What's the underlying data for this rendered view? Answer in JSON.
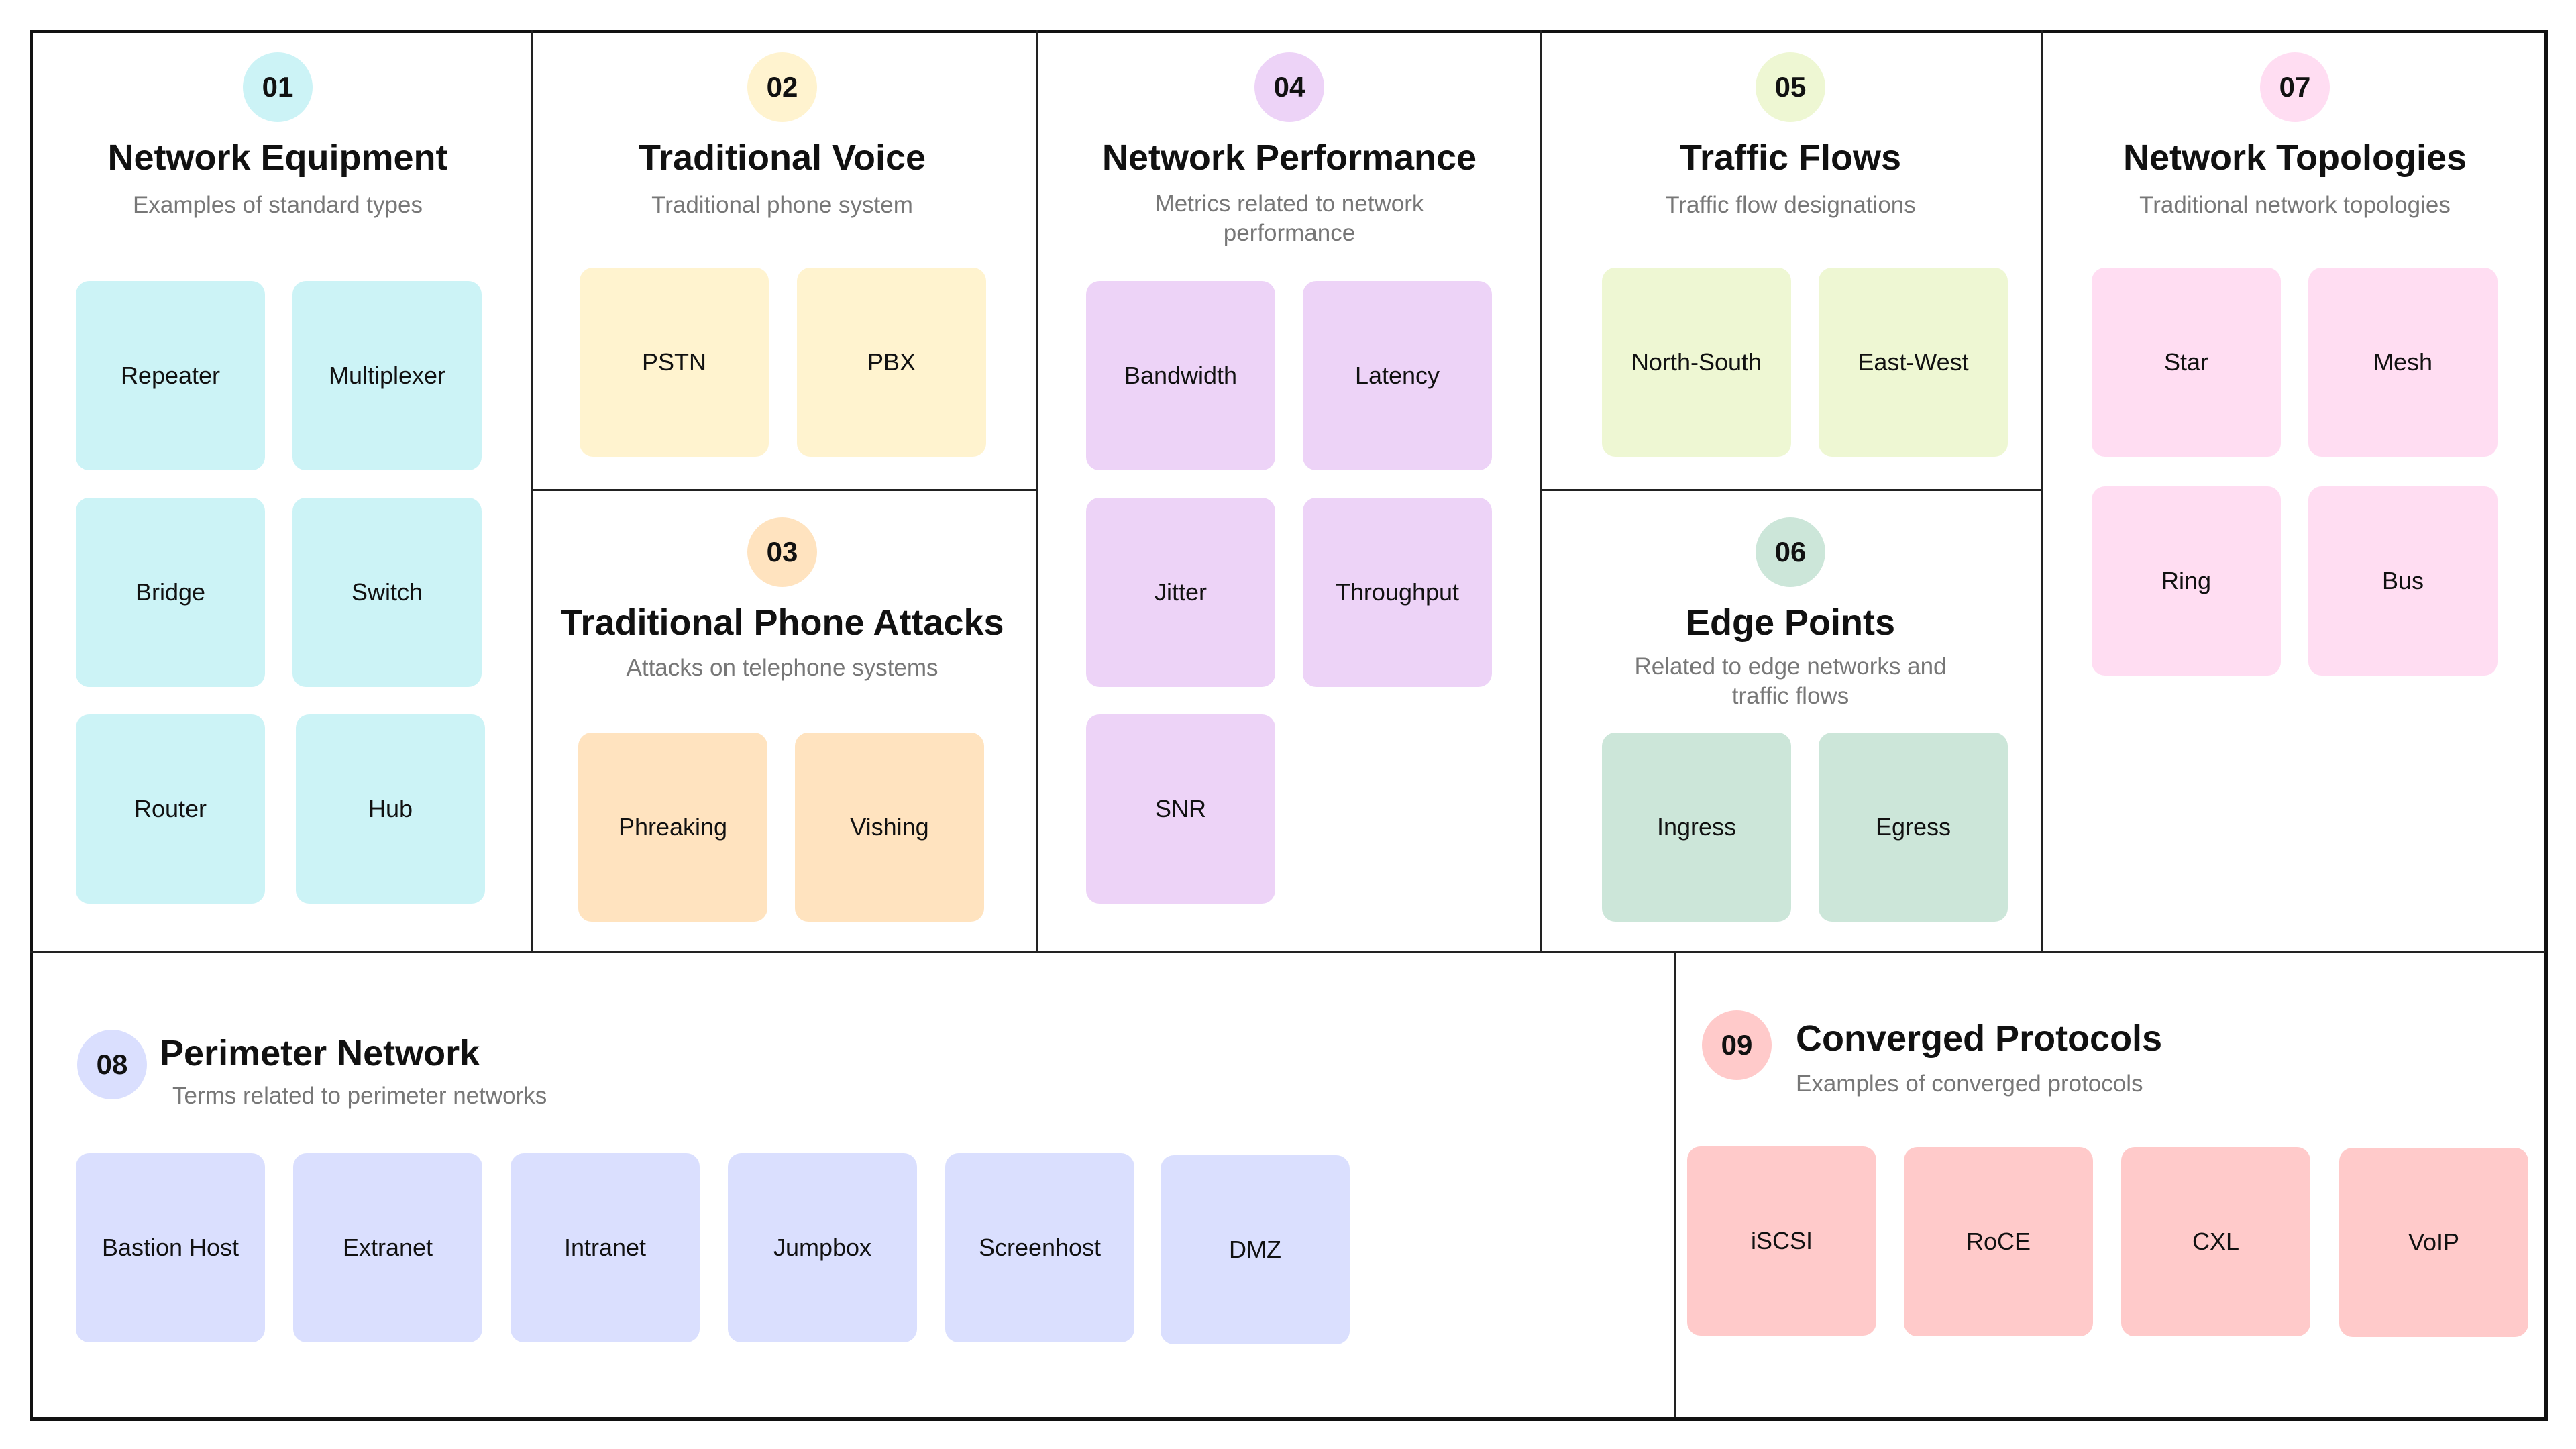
{
  "sections": [
    {
      "id": "s01",
      "number": "01",
      "title": "Network Equipment",
      "subtitle": "Examples of standard types",
      "color": "#CCF3F6",
      "items": [
        "Repeater",
        "Multiplexer",
        "Bridge",
        "Switch",
        "Router",
        "Hub"
      ]
    },
    {
      "id": "s02",
      "number": "02",
      "title": "Traditional Voice",
      "subtitle": "Traditional phone system",
      "color": "#FFF3CF",
      "items": [
        "PSTN",
        "PBX"
      ]
    },
    {
      "id": "s03",
      "number": "03",
      "title": "Traditional Phone Attacks",
      "subtitle": "Attacks on telephone systems",
      "color": "#FFE3BF",
      "items": [
        "Phreaking",
        "Vishing"
      ]
    },
    {
      "id": "s04",
      "number": "04",
      "title": "Network Performance",
      "subtitle": "Metrics related to network performance",
      "color": "#EDD3F7",
      "items": [
        "Bandwidth",
        "Latency",
        "Jitter",
        "Throughput",
        "SNR"
      ]
    },
    {
      "id": "s05",
      "number": "05",
      "title": "Traffic Flows",
      "subtitle": "Traffic flow designations",
      "color": "#EEF7D3",
      "items": [
        "North-South",
        "East-West"
      ]
    },
    {
      "id": "s06",
      "number": "06",
      "title": "Edge Points",
      "subtitle": "Related to edge networks and traffic flows",
      "color": "#CCE6D9",
      "items": [
        "Ingress",
        "Egress"
      ]
    },
    {
      "id": "s07",
      "number": "07",
      "title": "Network Topologies",
      "subtitle": "Traditional network topologies",
      "color": "#FFDDF2",
      "items": [
        "Star",
        "Mesh",
        "Ring",
        "Bus"
      ]
    },
    {
      "id": "s08",
      "number": "08",
      "title": "Perimeter Network",
      "subtitle": "Terms related to perimeter networks",
      "color": "#DADFFE",
      "items": [
        "Bastion Host",
        "Extranet",
        "Intranet",
        "Jumpbox",
        "Screenhost",
        "DMZ"
      ]
    },
    {
      "id": "s09",
      "number": "09",
      "title": "Converged Protocols",
      "subtitle": "Examples of converged protocols",
      "color": "#FFCACA",
      "items": [
        "iSCSI",
        "RoCE",
        "CXL",
        "VoIP"
      ]
    }
  ]
}
